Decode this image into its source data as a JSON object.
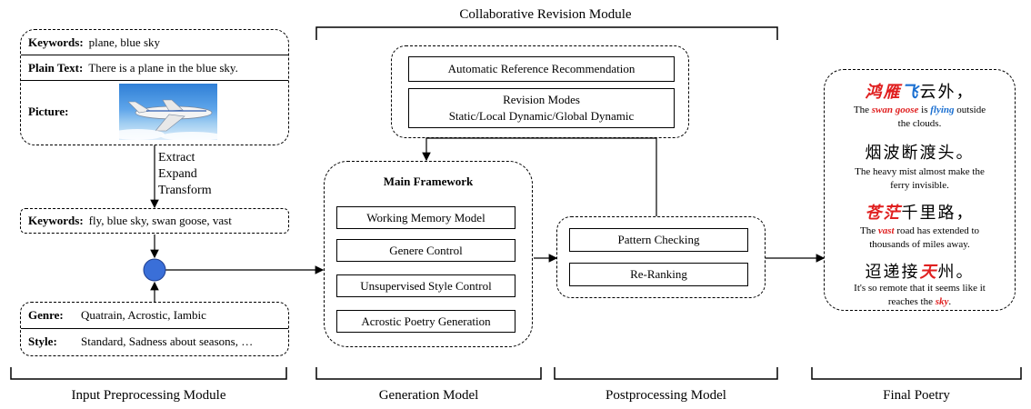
{
  "top_title": "Collaborative Revision Module",
  "input": {
    "keywords_label": "Keywords:",
    "keywords_value": "plane, blue sky",
    "plain_label": "Plain Text:",
    "plain_value": "There is a plane in the blue sky.",
    "picture_label": "Picture:",
    "ops": [
      "Extract",
      "Expand",
      "Transform"
    ],
    "keywords2_label": "Keywords:",
    "keywords2_value": "fly, blue sky, swan goose, vast",
    "genre_label": "Genre:",
    "genre_value": "Quatrain, Acrostic, Iambic",
    "style_label": "Style:",
    "style_value": "Standard, Sadness about seasons, …"
  },
  "revision": {
    "ref_rec": "Automatic Reference Recommendation",
    "modes_title": "Revision Modes",
    "modes_value": "Static/Local Dynamic/Global Dynamic"
  },
  "main": {
    "title": "Main Framework",
    "items": [
      "Working Memory Model",
      "Genere Control",
      "Unsupervised Style Control",
      "Acrostic Poetry Generation"
    ]
  },
  "post": {
    "items": [
      "Pattern Checking",
      "Re-Ranking"
    ]
  },
  "poem": {
    "l1_a": "鸿雁",
    "l1_b": "飞",
    "l1_c": "云外，",
    "t1_a": "The ",
    "t1_b": "swan goose",
    "t1_c": " is ",
    "t1_d": "flying",
    "t1_e": " outside",
    "t1_f": "the clouds.",
    "l2": "烟波断渡头。",
    "t2_a": "The heavy mist almost make the",
    "t2_b": "ferry invisible.",
    "l3_a": "苍茫",
    "l3_b": "千里路，",
    "t3_a": "The ",
    "t3_b": "vast",
    "t3_c": " road has extended to",
    "t3_d": "thousands of miles away.",
    "l4_a": "迢递接",
    "l4_b": "天",
    "l4_c": "州。",
    "t4_a": "It's so remote that it seems like it",
    "t4_b": "reaches the ",
    "t4_c": "sky",
    "t4_d": "."
  },
  "bottom_labels": [
    "Input Preprocessing Module",
    "Generation Model",
    "Postprocessing Model",
    "Final Poetry"
  ],
  "colors": {
    "node": "#3a6fd8",
    "red": "#e02020",
    "blue": "#1a6fd1"
  }
}
